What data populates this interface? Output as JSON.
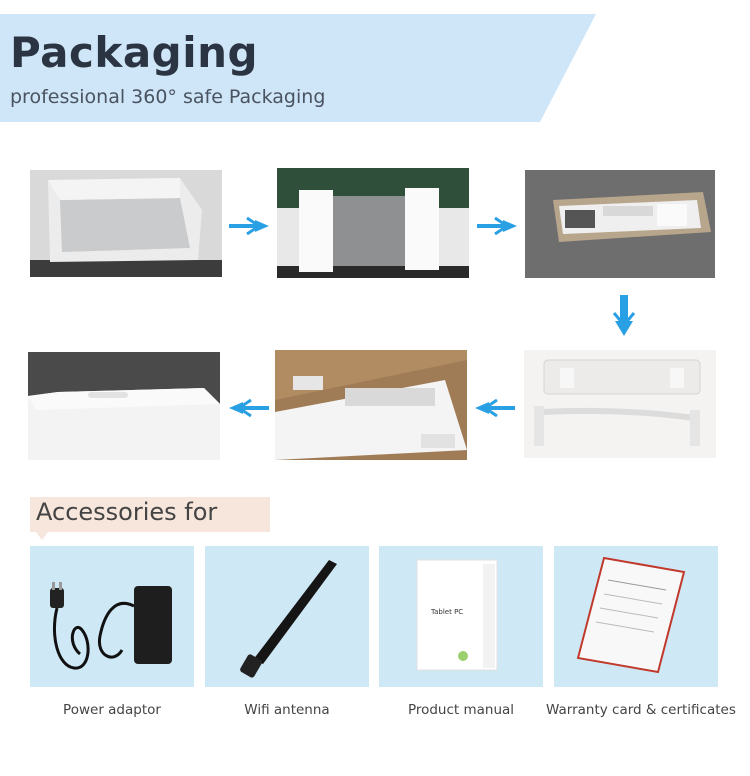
{
  "header": {
    "title": "Packaging",
    "subtitle": "professional 360° safe Packaging",
    "banner_color": "#cfe6f8"
  },
  "steps": [
    {
      "name": "step-wrapped-tablet"
    },
    {
      "name": "step-foam-corners"
    },
    {
      "name": "step-boxed-with-accessories"
    },
    {
      "name": "step-box-handle"
    },
    {
      "name": "step-handle-attached"
    },
    {
      "name": "step-sealed-box"
    }
  ],
  "arrow_color": "#2aa0e4",
  "accessories": {
    "heading": "Accessories for",
    "items": [
      {
        "label": "Power adaptor"
      },
      {
        "label": "Wifi antenna"
      },
      {
        "label": "Product manual",
        "manual_text": "Tablet PC"
      },
      {
        "label": "Warranty card & certificates"
      }
    ]
  }
}
